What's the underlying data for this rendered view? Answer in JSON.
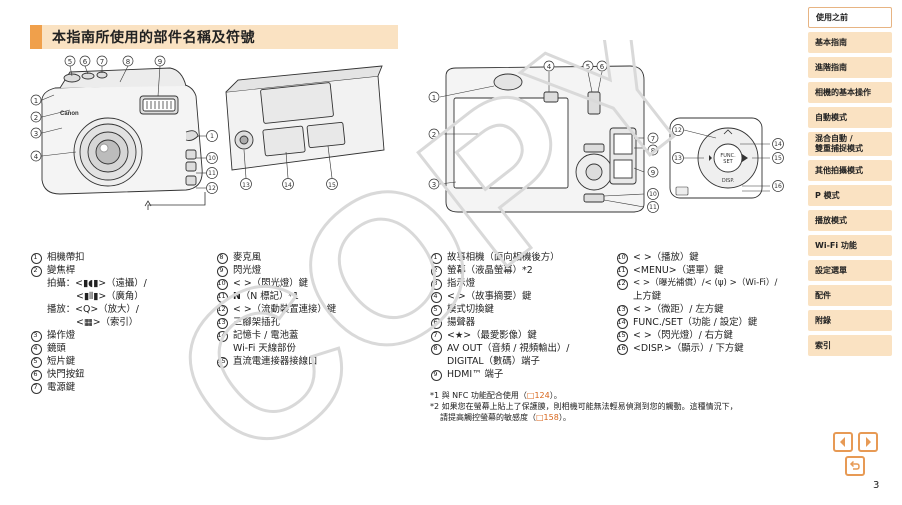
{
  "title": "本指南所使用的部件名稱及符號",
  "watermark": "COPY",
  "col1": [
    {
      "n": "1",
      "t": "相機帶扣"
    },
    {
      "n": "2",
      "t": "變焦桿"
    },
    {
      "n": "3",
      "t": "操作燈"
    },
    {
      "n": "4",
      "t": "鏡頭"
    },
    {
      "n": "5",
      "t": "短片鍵"
    },
    {
      "n": "6",
      "t": "快門按鈕"
    },
    {
      "n": "7",
      "t": "電源鍵"
    }
  ],
  "col1_zoom": {
    "shoot_label": "拍攝：<",
    "shoot_tele": ">（遠攝）/",
    "shoot_wide": "<",
    "shoot_wide_end": ">（廣角）",
    "play_label": "播放：<",
    "play_zoom": ">（放大）/",
    "play_index_open": "<",
    "play_index": ">（索引）"
  },
  "col2": [
    {
      "n": "8",
      "t": "麥克風"
    },
    {
      "n": "9",
      "t": "閃光燈"
    },
    {
      "n": "10",
      "t": "<  >（閃光燈）鍵"
    },
    {
      "n": "11",
      "t": "（N 標記）*1"
    },
    {
      "n": "12",
      "t": "<  >（流動裝置連接）鍵"
    },
    {
      "n": "13",
      "t": "三腳架插孔"
    },
    {
      "n": "14",
      "t": "記憶卡 / 電池蓋"
    },
    {
      "n": "",
      "t": "Wi-Fi 天線部份"
    },
    {
      "n": "15",
      "t": "直流電連接器接線口"
    }
  ],
  "col3": [
    {
      "n": "1",
      "t": "故事相機（面向相機後方）"
    },
    {
      "n": "2",
      "t": "螢幕（液晶螢幕）*2"
    },
    {
      "n": "3",
      "t": "指示燈"
    },
    {
      "n": "4",
      "t": "<    >（故事摘要）鍵"
    },
    {
      "n": "5",
      "t": "模式切換鍵"
    },
    {
      "n": "6",
      "t": "揚聲器"
    },
    {
      "n": "7",
      "t": "<★>（最愛影像）鍵"
    },
    {
      "n": "8",
      "t": "AV OUT（音頻 / 視頻輸出）/"
    },
    {
      "n": "",
      "t": "DIGITAL（數碼）端子"
    },
    {
      "n": "9",
      "t": "HDMI™ 端子"
    }
  ],
  "col4": [
    {
      "n": "10",
      "t": "<  >（播放）鍵"
    },
    {
      "n": "11",
      "t": "<MENU>（選單）鍵"
    },
    {
      "n": "12",
      "t": "<  >（曝光補償）/< (ψ) >（Wi-Fi）/"
    },
    {
      "n": "",
      "t": "上方鍵"
    },
    {
      "n": "13",
      "t": "<  >（微距）/ 左方鍵"
    },
    {
      "n": "14",
      "t": "FUNC./SET（功能 / 設定）鍵"
    },
    {
      "n": "15",
      "t": "<  >（閃光燈）/ 右方鍵"
    },
    {
      "n": "16",
      "t": "<DISP.>（顯示）/ 下方鍵"
    }
  ],
  "notes": {
    "n1_pre": "*1 與 NFC 功能配合使用（",
    "n1_ref": "□124",
    "n1_post": "）。",
    "n2_line1": "*2 如果您在螢幕上貼上了保護膜，則相機可能無法輕易偵測到您的觸動。這種情況下，",
    "n2_line2_pre": "請提高觸控螢幕的敏感度（",
    "n2_ref": "□158",
    "n2_post": "）。"
  },
  "sidebar": [
    {
      "label": "使用之前",
      "active": true
    },
    {
      "label": "基本指南",
      "active": false
    },
    {
      "label": "進階指南",
      "active": false
    },
    {
      "label": "相機的基本操作",
      "active": false
    },
    {
      "label": "自動模式",
      "active": false
    },
    {
      "label": "混合自動 /\n雙重捕捉模式",
      "active": false
    },
    {
      "label": "其他拍攝模式",
      "active": false
    },
    {
      "label": "P 模式",
      "active": false
    },
    {
      "label": "播放模式",
      "active": false
    },
    {
      "label": "Wi-Fi 功能",
      "active": false
    },
    {
      "label": "設定選單",
      "active": false
    },
    {
      "label": "配件",
      "active": false
    },
    {
      "label": "附錄",
      "active": false
    },
    {
      "label": "索引",
      "active": false
    }
  ],
  "page_number": "3",
  "illustration_labels": {
    "brand": "Canon",
    "func_top": "FUNC.",
    "func_bottom": "SET",
    "disp": "DISP."
  },
  "colors": {
    "accent": "#f0a04b",
    "tab_bg": "#fae2c2",
    "link": "#d8651b",
    "nav_border": "#e79a55"
  }
}
